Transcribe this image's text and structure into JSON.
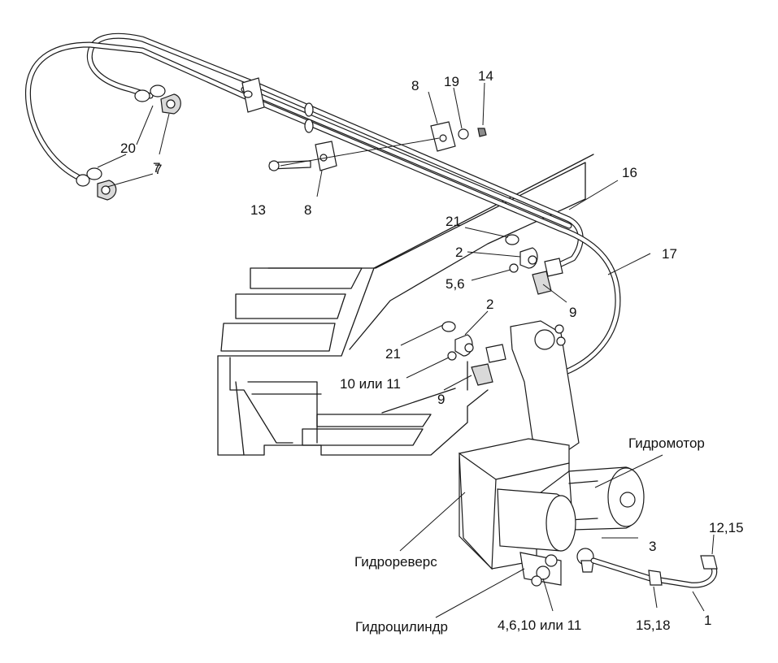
{
  "labels": {
    "l20": "20",
    "l7a": "7",
    "l7b": "7",
    "l8a": "8",
    "l19": "19",
    "l14": "14",
    "l13": "13",
    "l8b": "8",
    "l16": "16",
    "l21a": "21",
    "l2a": "2",
    "l56": "5,6",
    "l17": "17",
    "l9a": "9",
    "l2b": "2",
    "l21b": "21",
    "l1011": "10 или 11",
    "l9b": "9",
    "motor": "Гидромотор",
    "l3": "3",
    "l1215": "12,15",
    "reverse": "Гидрореверс",
    "cylinder": "Гидроцилиндр",
    "l461011": "4,6,10 или 11",
    "l1518": "15,18",
    "l1": "1"
  }
}
